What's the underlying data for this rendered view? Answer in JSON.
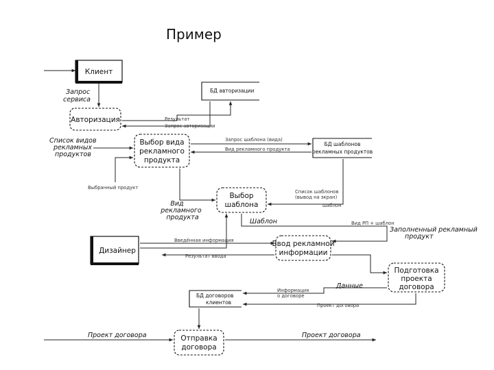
{
  "title": "Пример",
  "entities": {
    "client": "Клиент",
    "designer": "Дизайнер"
  },
  "processes": {
    "authorization": [
      "Авторизация"
    ],
    "choose_product": [
      "Выбор вида",
      "рекламного",
      "продукта"
    ],
    "choose_template": [
      "Выбор",
      "шаблона"
    ],
    "enter_info": [
      "Ввод рекламной",
      "информации"
    ],
    "prepare_contract": [
      "Подготовка",
      "проекта",
      "договора"
    ],
    "send_contract": [
      "Отправка",
      "договора"
    ]
  },
  "stores": {
    "auth_db": "БД авторизации",
    "templates_db": [
      "БД шаблонов",
      "рекламных продуктов"
    ],
    "contracts_db": [
      "БД договоров",
      "клиентов"
    ]
  },
  "flows": {
    "request_service": [
      "Запрос",
      "сервиса"
    ],
    "result": "Результат",
    "auth_request": "Запрос авторизации",
    "product_list": [
      "Список видов",
      "рекламных",
      "продуктов"
    ],
    "template_request": "Запрос шаблона (вида)",
    "product_type_list": "Вид рекламного продукта",
    "chosen_product": "Выбранный продукт",
    "product_type": [
      "Вид",
      "рекламного",
      "продукта"
    ],
    "template_list": [
      "Список шаблонов",
      "(вывод на экран)"
    ],
    "template_small": "шаблон",
    "template": "Шаблон",
    "type_template": "Вид РП + шаблон",
    "entered_info": "Введённая информация",
    "result_info": "Результат ввода",
    "ad_product_info": [
      "Заполненный рекламный",
      "продукт"
    ],
    "data": "Данные",
    "contract_info": [
      "Информация",
      "о договоре"
    ],
    "contract_project": "Проект договора",
    "contract_project_left": "Проект договора",
    "contract_project_right": "Проект договора"
  }
}
